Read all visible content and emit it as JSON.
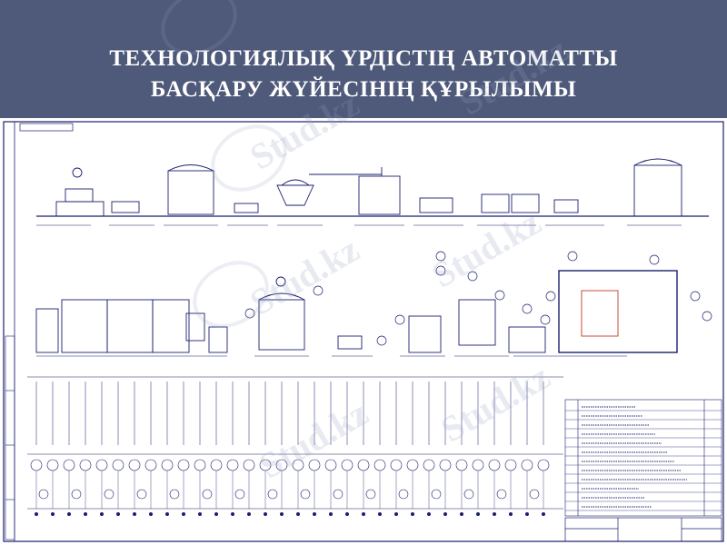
{
  "slide": {
    "title_line1": "ТЕХНОЛОГИЯЛЫҚ ҮРДІСТІҢ АВТОМАТТЫ",
    "title_line2": "БАСҚАРУ ЖҮЙЕСІНІҢ ҚҰРЫЛЫМЫ"
  },
  "watermark": {
    "text": "Stud.kz"
  },
  "colors": {
    "header_bg": "#4f5a7b",
    "drawing_bg": "#ffffff",
    "line": "#1a1f6e",
    "accent_red": "#c0392b"
  }
}
